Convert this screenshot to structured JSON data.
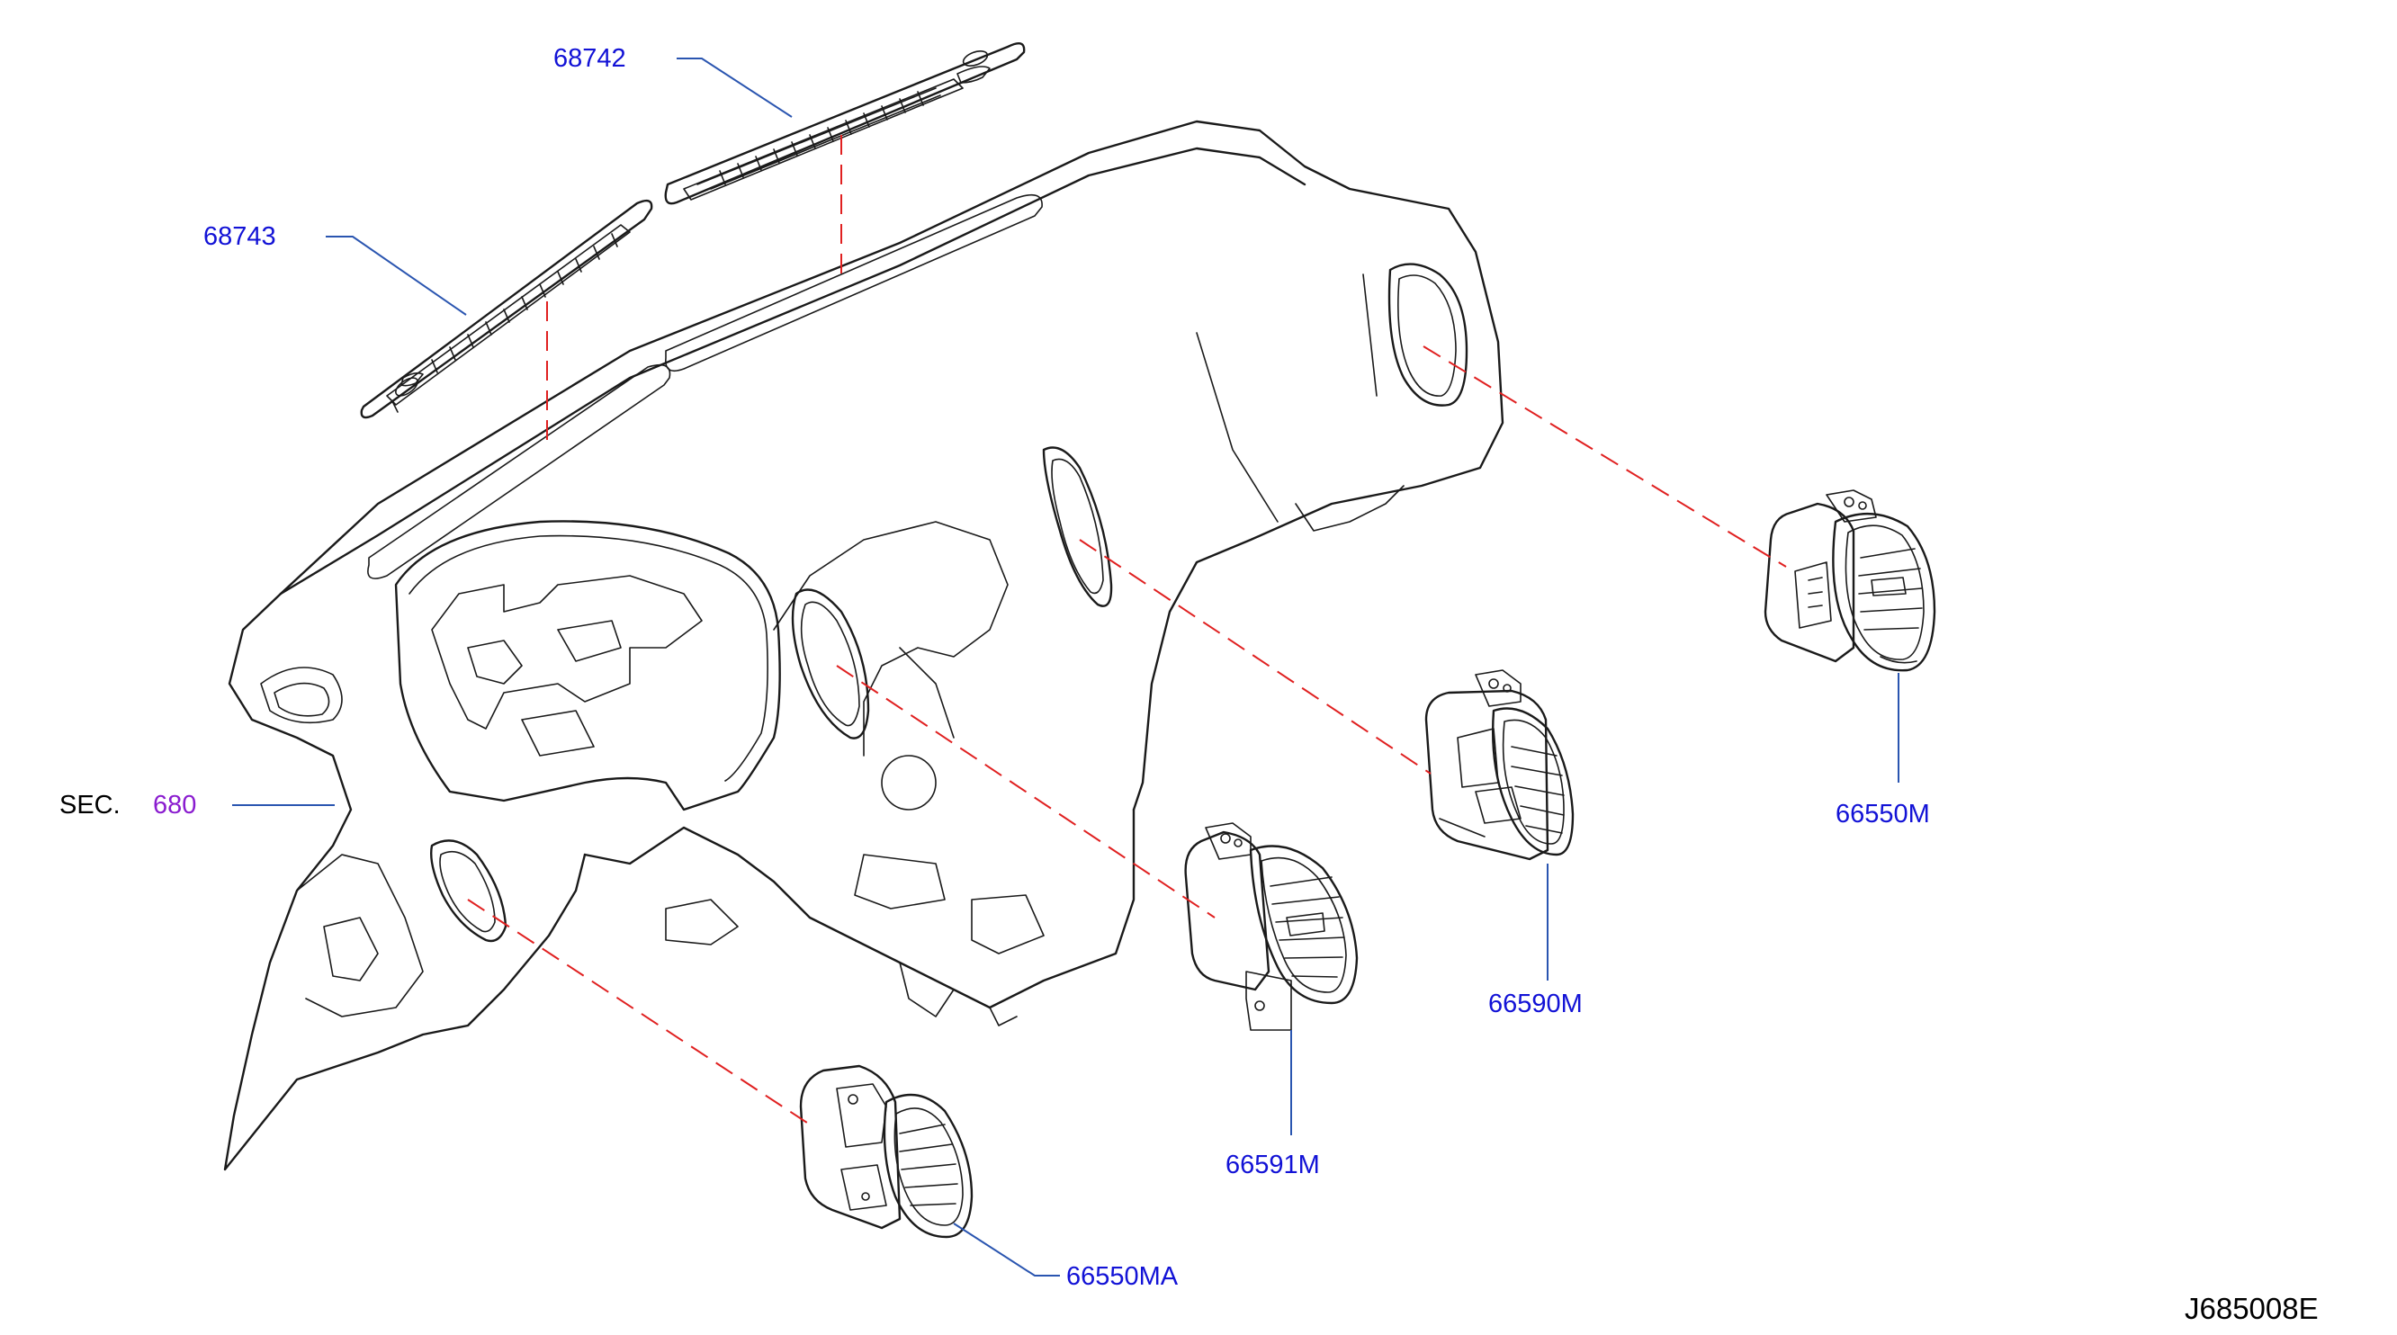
{
  "labels": {
    "part_68742": "68742",
    "part_68743": "68743",
    "section_prefix": "SEC.",
    "section_number": "680",
    "part_66550M": "66550M",
    "part_66590M": "66590M",
    "part_66591M": "66591M",
    "part_66550MA": "66550MA",
    "drawing_id": "J685008E"
  },
  "colors": {
    "part_number": "#1212d6",
    "section_reference": "#8a1ccf",
    "leader_line": "#2a55b0",
    "assembly_line": "#e02020",
    "outline": "#1a1a1a"
  }
}
